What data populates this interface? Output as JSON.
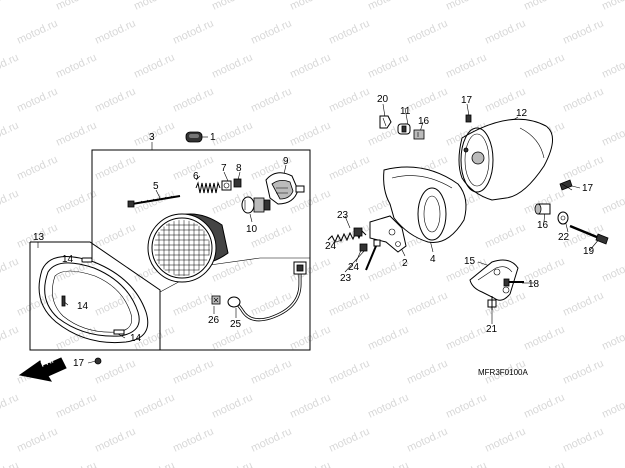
{
  "watermark": "motod.ru",
  "diagram_code": "MFR3F0100A",
  "direction_label": "FR.",
  "callouts": {
    "c1": "1",
    "c2": "2",
    "c3": "3",
    "c4": "4",
    "c5": "5",
    "c6": "6",
    "c7": "7",
    "c8": "8",
    "c9": "9",
    "c10": "10",
    "c11": "11",
    "c12": "12",
    "c13": "13",
    "c14a": "14",
    "c14b": "14",
    "c14c": "14",
    "c15": "15",
    "c16a": "16",
    "c16b": "16",
    "c17a": "17",
    "c17b": "17",
    "c17c": "17",
    "c18": "18",
    "c19": "19",
    "c20": "20",
    "c21": "21",
    "c22": "22",
    "c23a": "23",
    "c23b": "23",
    "c24a": "24",
    "c24b": "24",
    "c25": "25",
    "c26": "26"
  }
}
